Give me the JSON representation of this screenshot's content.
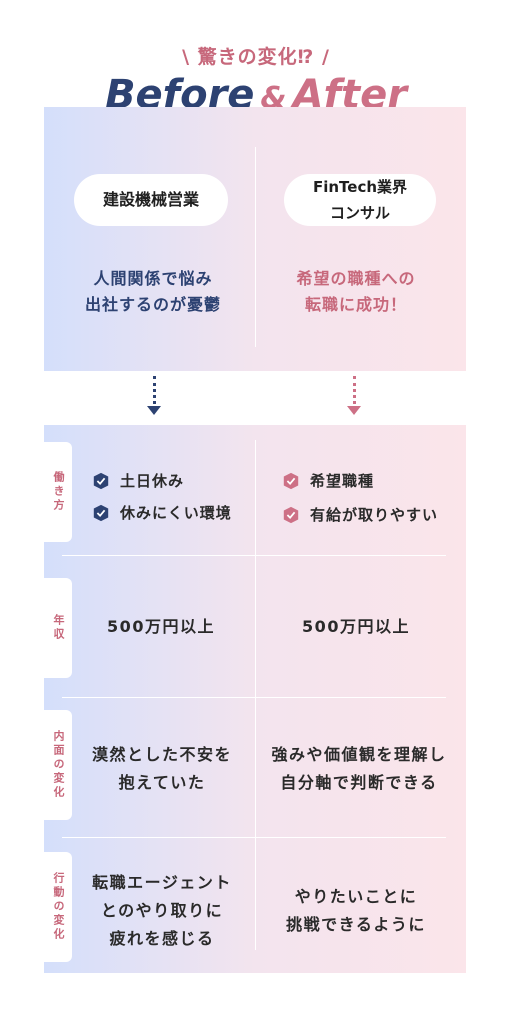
{
  "header": {
    "kicker": "\\ 驚きの変化⁉ /",
    "title_before": "Before",
    "title_amp": "&",
    "title_after": "After"
  },
  "colors": {
    "navy": "#2d4272",
    "pink": "#cd7086",
    "panel_left": "#d4dffb",
    "panel_right": "#fbe5ea"
  },
  "before": {
    "role": "建設機械営業",
    "desc_line1": "人間関係で悩み",
    "desc_line2": "出社するのが憂鬱"
  },
  "after": {
    "role_line1": "FinTech業界",
    "role_line2": "コンサル",
    "desc_line1": "希望の職種への",
    "desc_line2": "転職に成功！"
  },
  "rows": {
    "work_style": {
      "label": "働き方",
      "before_items": [
        "土日休み",
        "休みにくい環境"
      ],
      "after_items": [
        "希望職種",
        "有給が取りやすい"
      ]
    },
    "income": {
      "label": "年収",
      "before": "500万円以上",
      "after": "500万円以上"
    },
    "inner": {
      "label": "内面の変化",
      "before_line1": "漠然とした不安を",
      "before_line2": "抱えていた",
      "after_line1": "強みや価値観を理解し",
      "after_line2": "自分軸で判断できる"
    },
    "action": {
      "label": "行動の変化",
      "before_line1": "転職エージェント",
      "before_line2": "とのやり取りに",
      "before_line3": "疲れを感じる",
      "after_line1": "やりたいことに",
      "after_line2": "挑戦できるように"
    }
  }
}
